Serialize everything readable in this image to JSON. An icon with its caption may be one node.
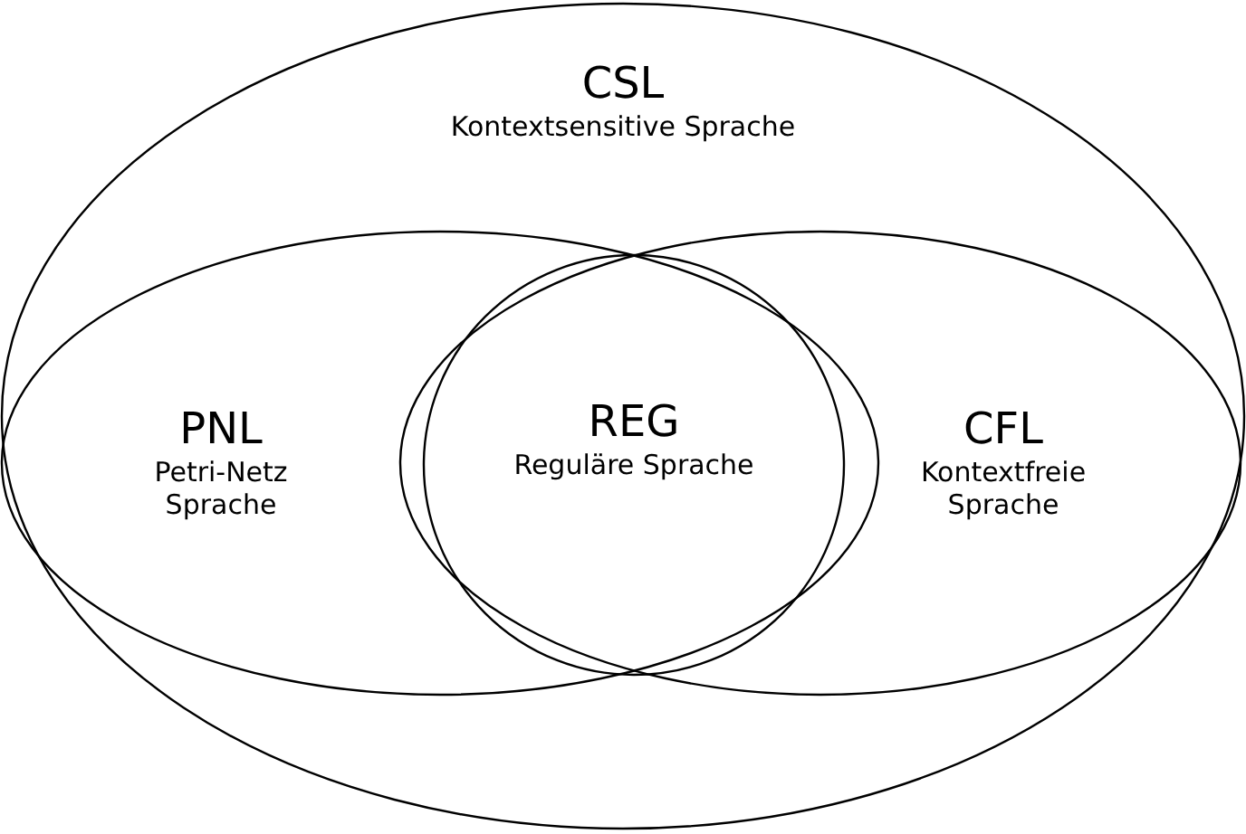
{
  "diagram": {
    "nodes": [
      {
        "text": [
          "CSL",
          "Kontextsensitive Sprache"
        ]
      },
      {
        "text": [
          "PNL",
          "Petri-Netz Sprache"
        ],
        "in": 0
      },
      {
        "text": [
          "CFL",
          "Kontextfreie Sprache"
        ],
        "in": 0
      },
      {
        "text": [
          "REG",
          "Reguläre Sprache"
        ]
      }
    ]
  }
}
